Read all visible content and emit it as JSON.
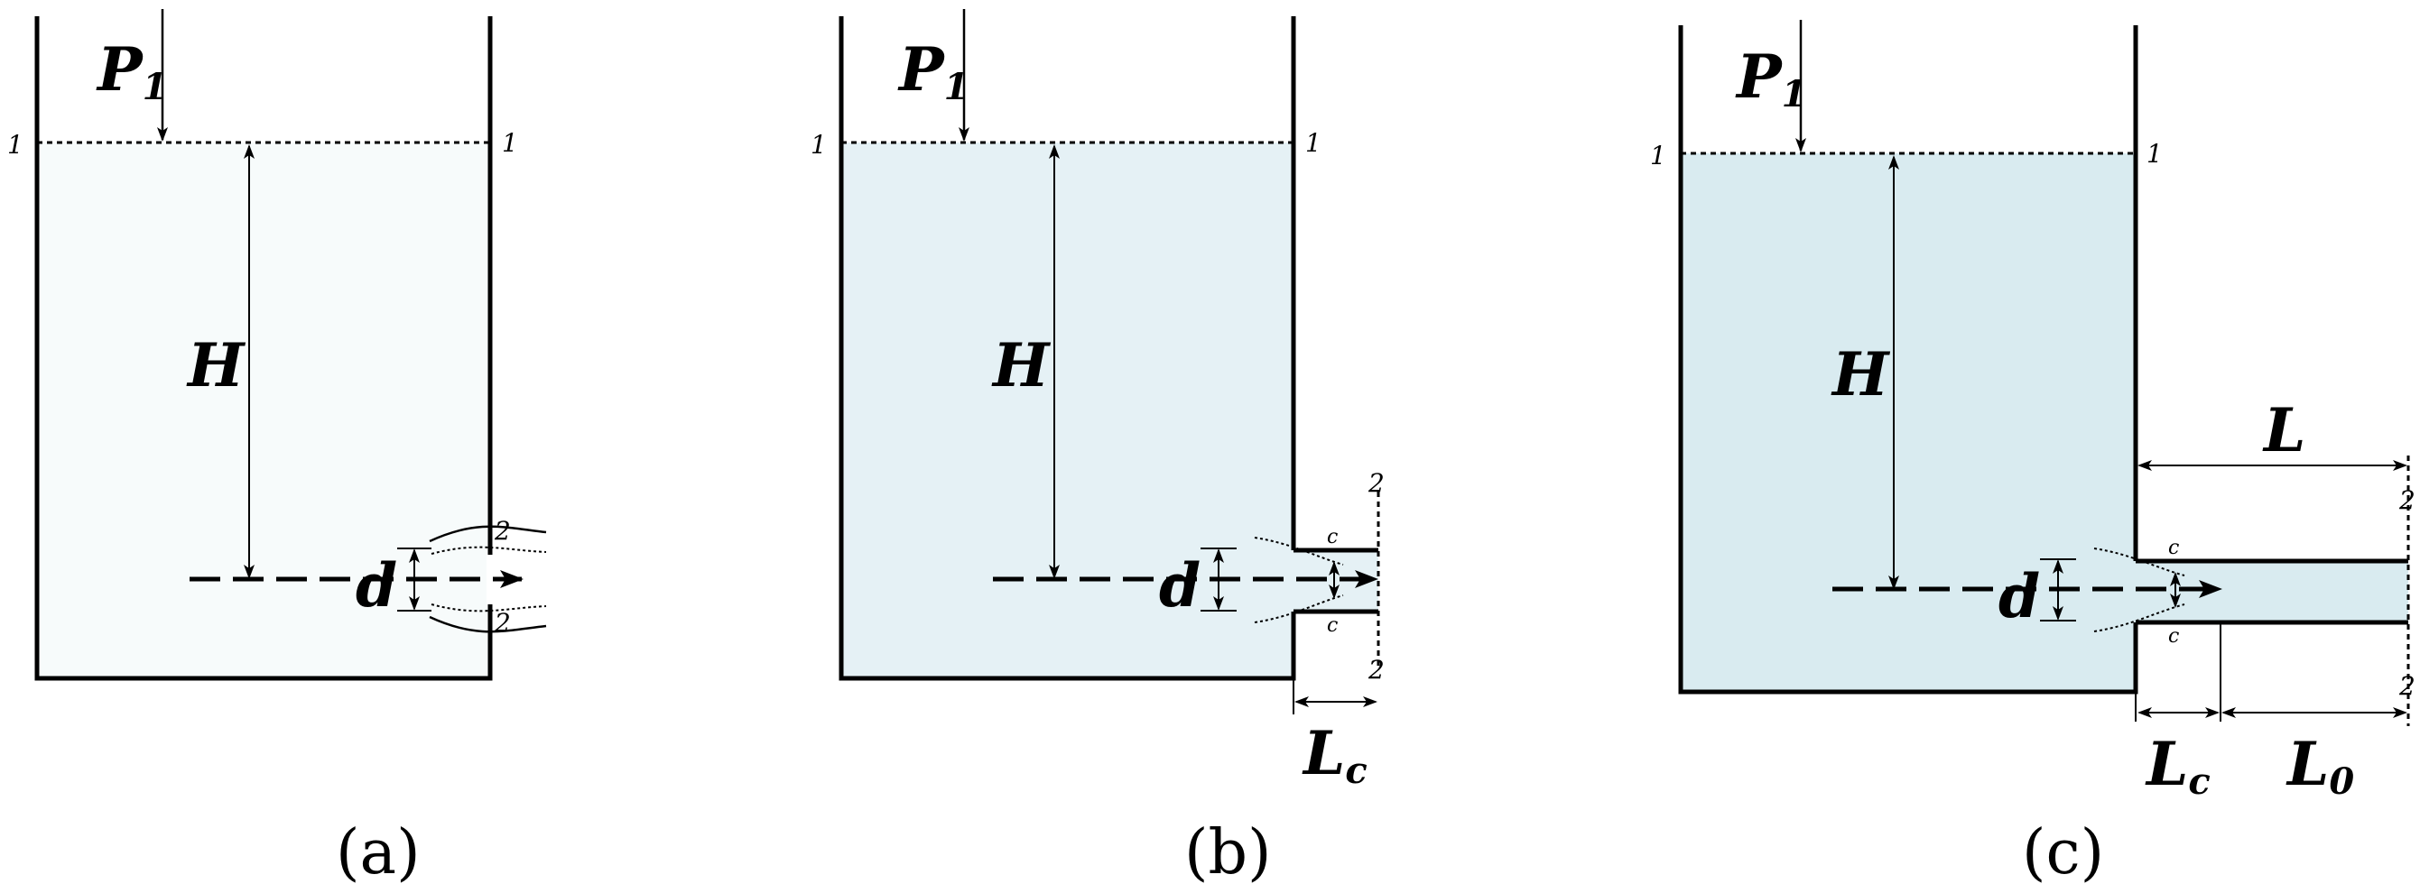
{
  "figure": {
    "panels": [
      {
        "id": "a",
        "caption": "(a)",
        "labels": {
          "pressure": "P",
          "pressure_sub": "1",
          "head": "H",
          "diameter": "d",
          "section_top_left": "1",
          "section_top_right": "1",
          "section_out_top": "2",
          "section_out_bottom": "2"
        },
        "fill": "#f7fbfb"
      },
      {
        "id": "b",
        "caption": "(b)",
        "labels": {
          "pressure": "P",
          "pressure_sub": "1",
          "head": "H",
          "diameter": "d",
          "section_top_left": "1",
          "section_top_right": "1",
          "section_out_top": "2",
          "section_out_bottom": "2",
          "contraction_top": "c",
          "contraction_bottom": "c",
          "nozzle_length": "L",
          "nozzle_length_sub": "c"
        },
        "fill": "#e5f1f5"
      },
      {
        "id": "c",
        "caption": "(c)",
        "labels": {
          "pressure": "P",
          "pressure_sub": "1",
          "head": "H",
          "diameter": "d",
          "section_top_left": "1",
          "section_top_right": "1",
          "section_out_top": "2",
          "section_out_bottom": "2",
          "contraction_top": "c",
          "contraction_bottom": "c",
          "pipe_length": "L",
          "contraction_length": "L",
          "contraction_length_sub": "c",
          "remaining_length": "L",
          "remaining_length_sub": "0"
        },
        "fill": "#d9ebf0"
      }
    ]
  }
}
